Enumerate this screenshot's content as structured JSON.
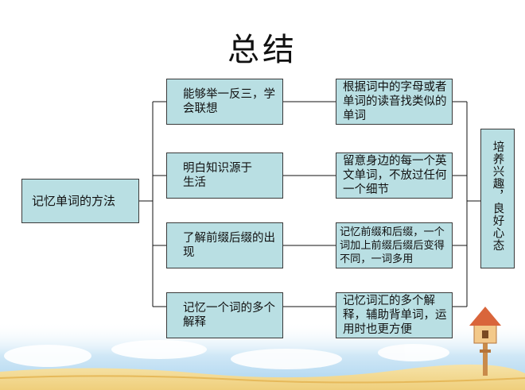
{
  "title": "总结",
  "root": "记忆单词的方法",
  "methods": [
    "能够举一反三，学会联想",
    "明白知识源于生活",
    "了解前缀后缀的出现",
    "记忆一个词的多个解释"
  ],
  "details": [
    "根据词中的字母或者单词的读音找类似的单词",
    "留意身边的每一个英文单词，不放过任何一个细节",
    "记忆前缀和后缀，一个词加上前缀后缀后变得不同，一词多用",
    "记忆词汇的多个解释，辅助背单词，运用时也更方便"
  ],
  "conclusion": "培养兴趣，良好心态",
  "colors": {
    "box_fill": "#b9dfe3",
    "box_border": "#3a3a3a",
    "line": "#111111"
  }
}
